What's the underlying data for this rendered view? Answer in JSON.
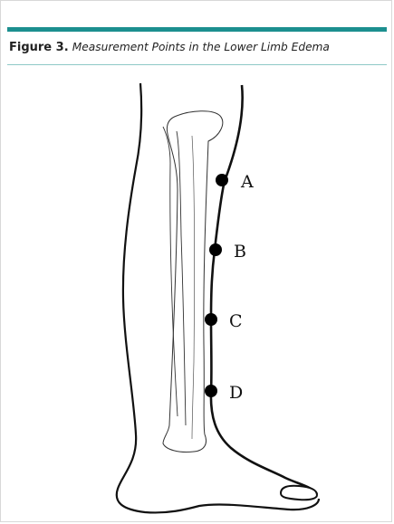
{
  "figure": {
    "label": "Figure 3.",
    "title": "Measurement Points in the Lower Limb Edema",
    "accent_color": "#1c8f8f",
    "rule_color": "#8fc9c7"
  },
  "diagram": {
    "subject": "lower-leg-outline-with-tibia-fibula",
    "points": [
      {
        "label": "A"
      },
      {
        "label": "B"
      },
      {
        "label": "C"
      },
      {
        "label": "D"
      }
    ]
  }
}
